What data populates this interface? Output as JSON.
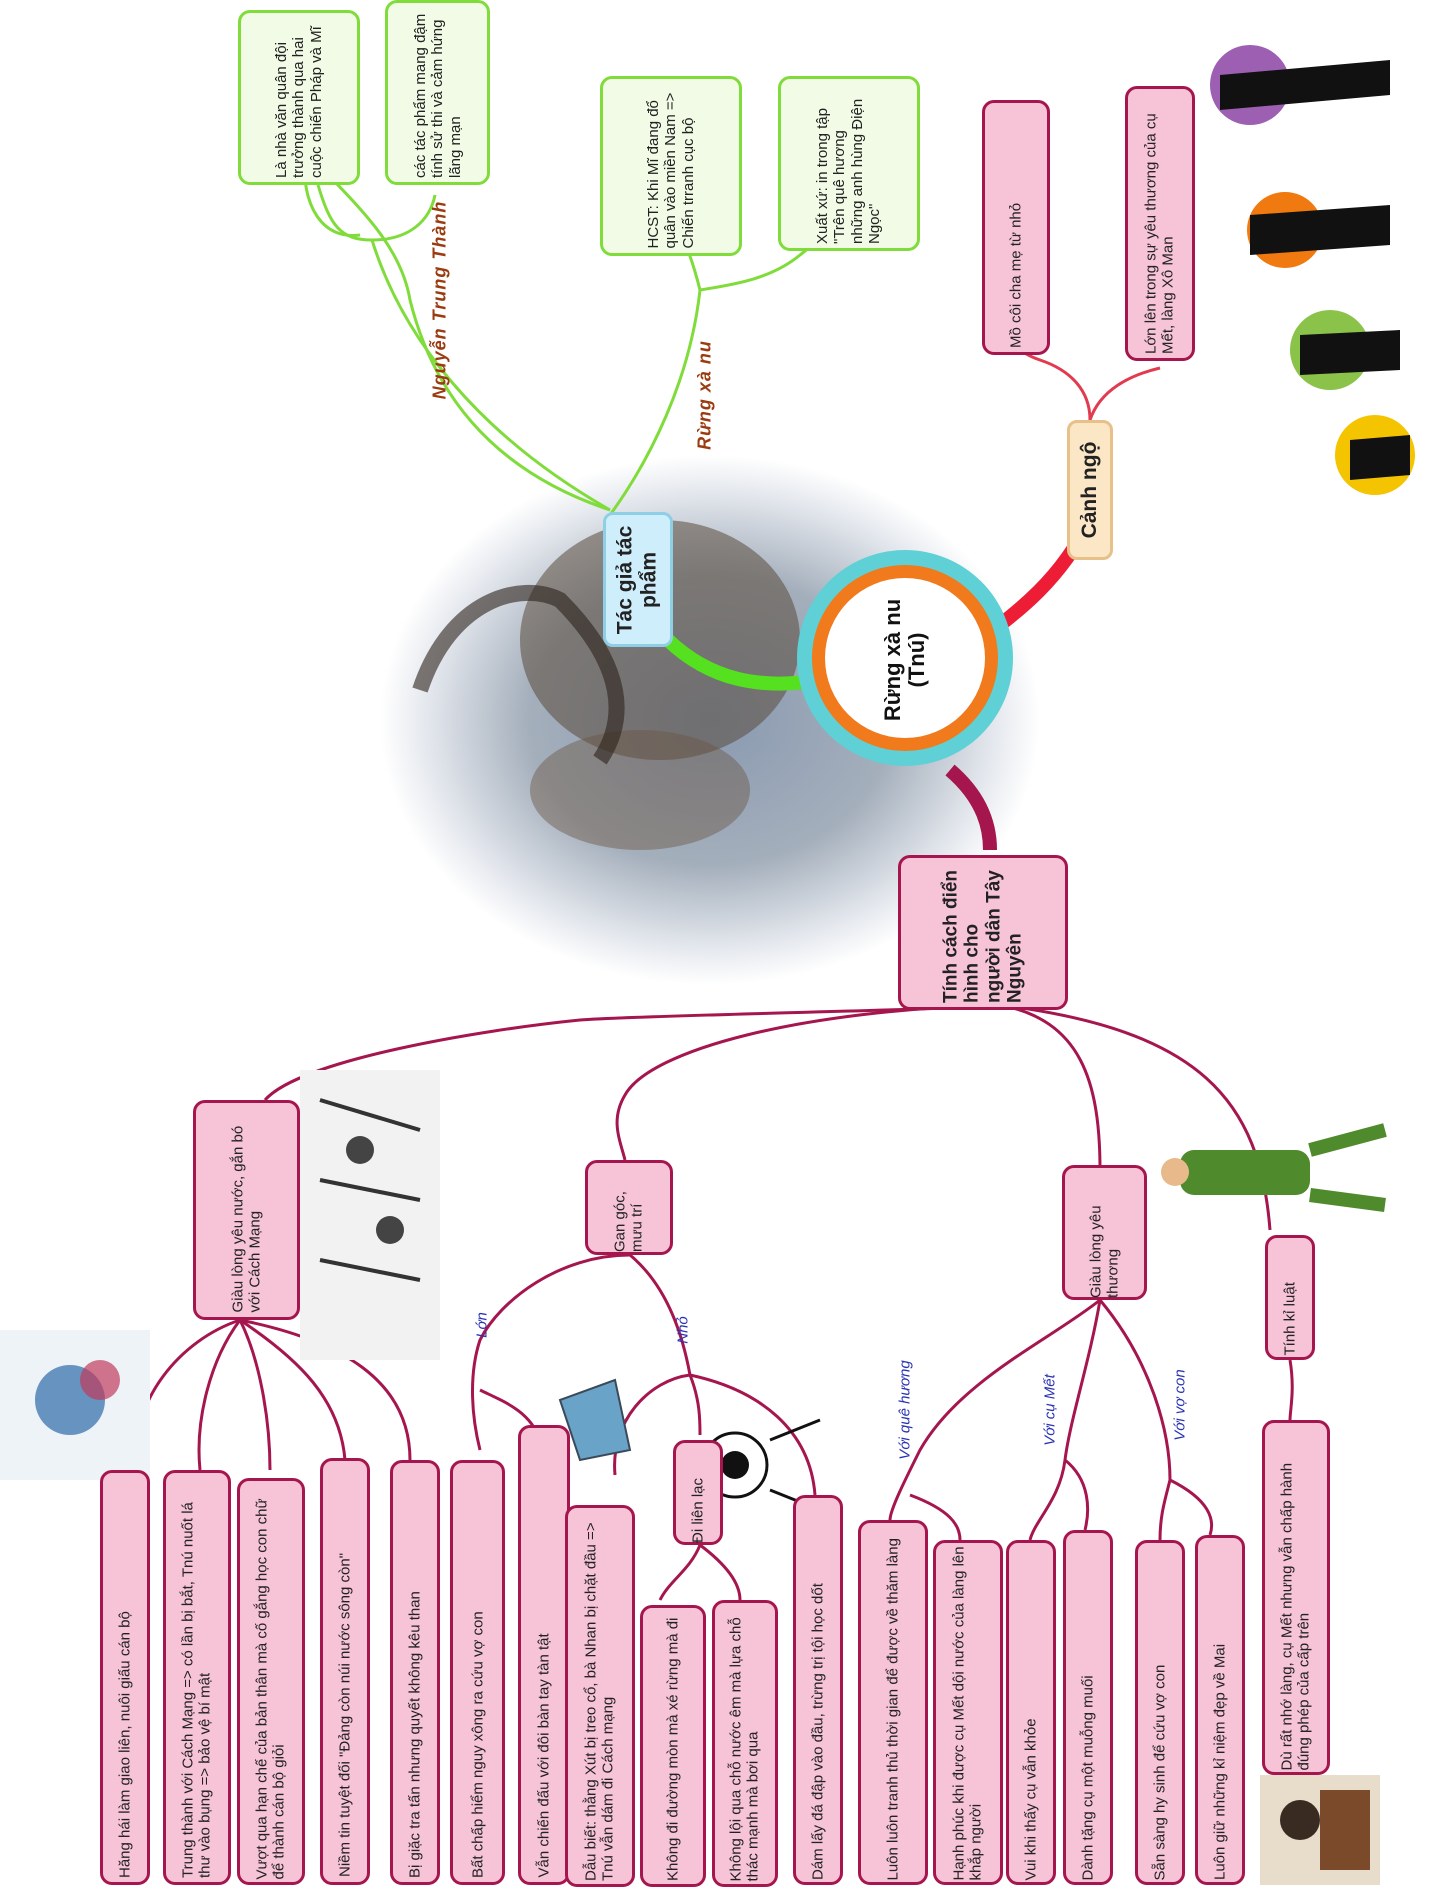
{
  "center": {
    "line1": "Rừng xà nu",
    "line2": "(Tnú)"
  },
  "branches": {
    "tac_gia": {
      "label": "Tác giả tác phẩm",
      "sublabels": {
        "author": "Nguyễn Trung Thành",
        "work": "Rừng xà nu"
      },
      "author_items": [
        "Là nhà văn quân đội trưởng thành qua hai cuộc chiến Pháp và Mĩ",
        "các tác phẩm mang đậm tính sử thi và cảm hứng lãng mạn"
      ],
      "work_items": [
        "HCST: Khi Mĩ đang đổ quân vào miền Nam => Chiến trranh cục bộ",
        "Xuất xứ: in trong tập \"Trên quê hương những anh hùng Điện Ngọc\""
      ]
    },
    "canh_ngo": {
      "label": "Cảnh ngộ",
      "items": [
        "Mồ côi cha mẹ từ nhỏ",
        "Lớn lên trong sự yêu thương của cụ Mết, làng Xô Man"
      ]
    },
    "tinh_cach": {
      "label": "Tính cách điển hình cho người dân Tây Nguyên",
      "yeu_nuoc": {
        "label": "Giàu lòng yêu nước, gắn bó với Cách Mạng",
        "items": [
          "Hăng hái làm giao liên, nuôi giấu cán bộ",
          "Trung thành với Cách Mạng => có lần bị bắt, Tnú nuốt lá thư vào bụng => bảo vệ bí mật",
          "Vượt qua hạn chế của bản thân mà cố gắng học con chữ để thành cán bộ giỏi",
          "Niềm tin tuyệt đối \"Đảng còn núi nước sông còn\"",
          "Bị giặc tra tấn nhưng quyết không kêu than"
        ]
      },
      "gan_goc": {
        "label": "Gan góc, mưu trí",
        "sub_lon": "Lớn",
        "sub_nho": "Nhỏ",
        "lon_items": [
          "Bất chấp hiểm nguy xông ra cứu vợ con",
          "Vẫn chiến đấu với đôi bàn tay tàn tật"
        ],
        "nho_items": [
          "Dẫu biết: thằng Xút bị treo cổ, bà Nhan bị chặt đầu => Tnú vẫn dám đi Cách mạng",
          "Dám lấy đá đập vào đầu, trừng trị tội học dốt"
        ],
        "di_lien_lac": {
          "label": "Đi liên lạc",
          "items": [
            "Không đi đường mòn mà xé rừng mà đi",
            "Không lội qua chỗ nước êm mà lựa chỗ thác mạnh mà bơi qua"
          ]
        }
      },
      "yeu_thuong": {
        "label": "Giàu lòng yêu thương",
        "sub_que": "Với quê hương",
        "sub_cumet": "Với cụ Mết",
        "sub_vocon": "Với vợ con",
        "que_items": [
          "Luôn luôn tranh thủ thời gian để được về thăm làng",
          "Hạnh phúc khi được cụ Mết dội nước của làng lên khắp người"
        ],
        "cumet_items": [
          "Vui khi thấy cụ vẫn khỏe",
          "Dành tặng cụ một muỗng muối"
        ],
        "vocon_items": [
          "Sẵn sàng hy sinh để cứu vợ con",
          "Luôn giữ những kỉ niệm đẹp về Mai"
        ]
      },
      "ki_luat": {
        "label": "Tính kỉ luật",
        "items": [
          "Dù rất nhớ làng, cụ Mết nhưng vẫn chấp hành đúng phép của cấp trên"
        ]
      }
    }
  },
  "colors": {
    "pink_fill": "#f7c3d7",
    "pink_border": "#a5164e",
    "green_fill": "#f1fbe6",
    "green_border": "#7fdc3a",
    "author_label": "#9a3c10",
    "sub_label": "#2a33b4"
  }
}
